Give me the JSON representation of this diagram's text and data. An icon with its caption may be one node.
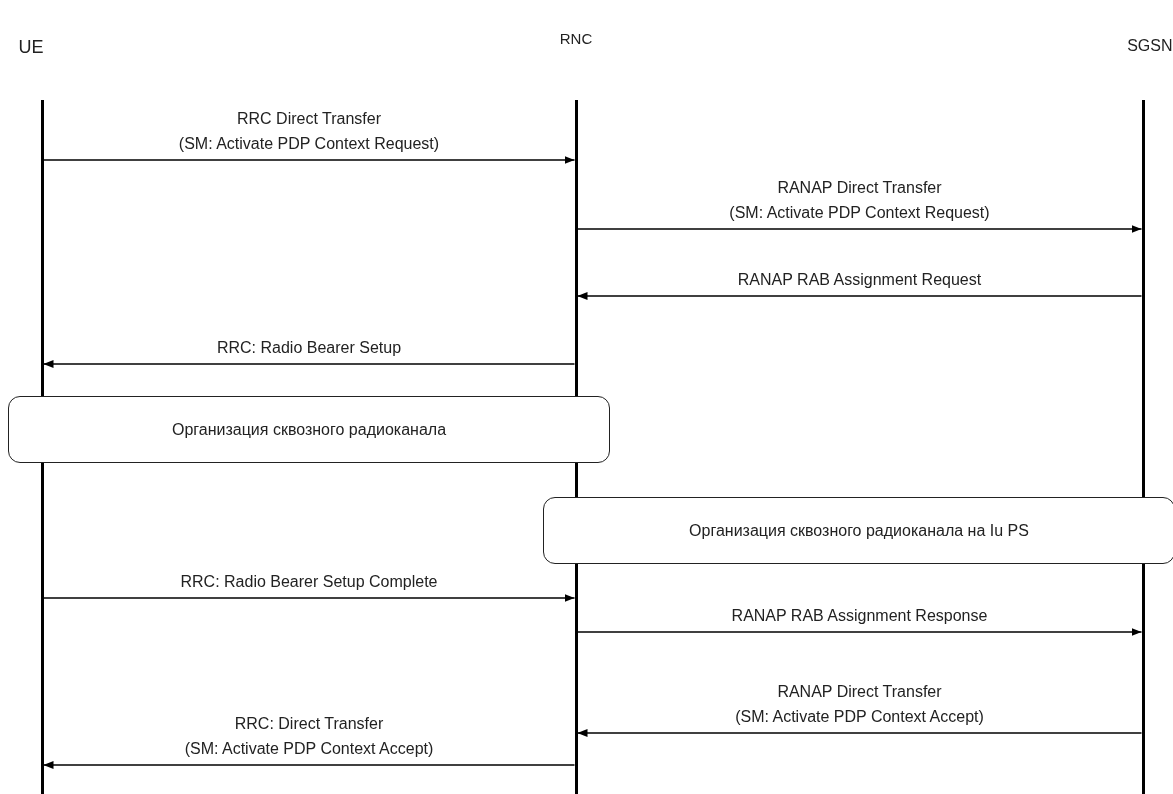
{
  "diagram": {
    "nodes": [
      {
        "text": [
          "UE"
        ]
      },
      {
        "text": [
          "RNC"
        ]
      },
      {
        "text": [
          "SGSN"
        ]
      },
      {
        "text": [
          "Организация сквозного радиоканала"
        ]
      },
      {
        "text": [
          "Организация сквозного радиоканала на Iu PS"
        ]
      }
    ],
    "edges": [
      {
        "from": 0,
        "to": 1,
        "arrow": "to",
        "label": "RRC Direct Transfer (SM: Activate PDP Context Request)"
      },
      {
        "from": 1,
        "to": 2,
        "arrow": "to",
        "label": "RANAP Direct Transfer (SM: Activate PDP Context Request)"
      },
      {
        "from": 2,
        "to": 1,
        "arrow": "to",
        "label": "RANAP RAB Assignment Request"
      },
      {
        "from": 1,
        "to": 0,
        "arrow": "to",
        "label": "RRC: Radio Bearer Setup"
      },
      {
        "from": 0,
        "to": 1,
        "arrow": "to",
        "label": "RRC: Radio Bearer Setup Complete"
      },
      {
        "from": 1,
        "to": 2,
        "arrow": "to",
        "label": "RANAP RAB Assignment Response"
      },
      {
        "from": 2,
        "to": 1,
        "arrow": "to",
        "label": "RANAP Direct Transfer (SM: Activate PDP Context Accept)"
      },
      {
        "from": 1,
        "to": 0,
        "arrow": "to",
        "label": "RRC: Direct Transfer (SM: Activate PDP Context Accept)"
      }
    ]
  }
}
